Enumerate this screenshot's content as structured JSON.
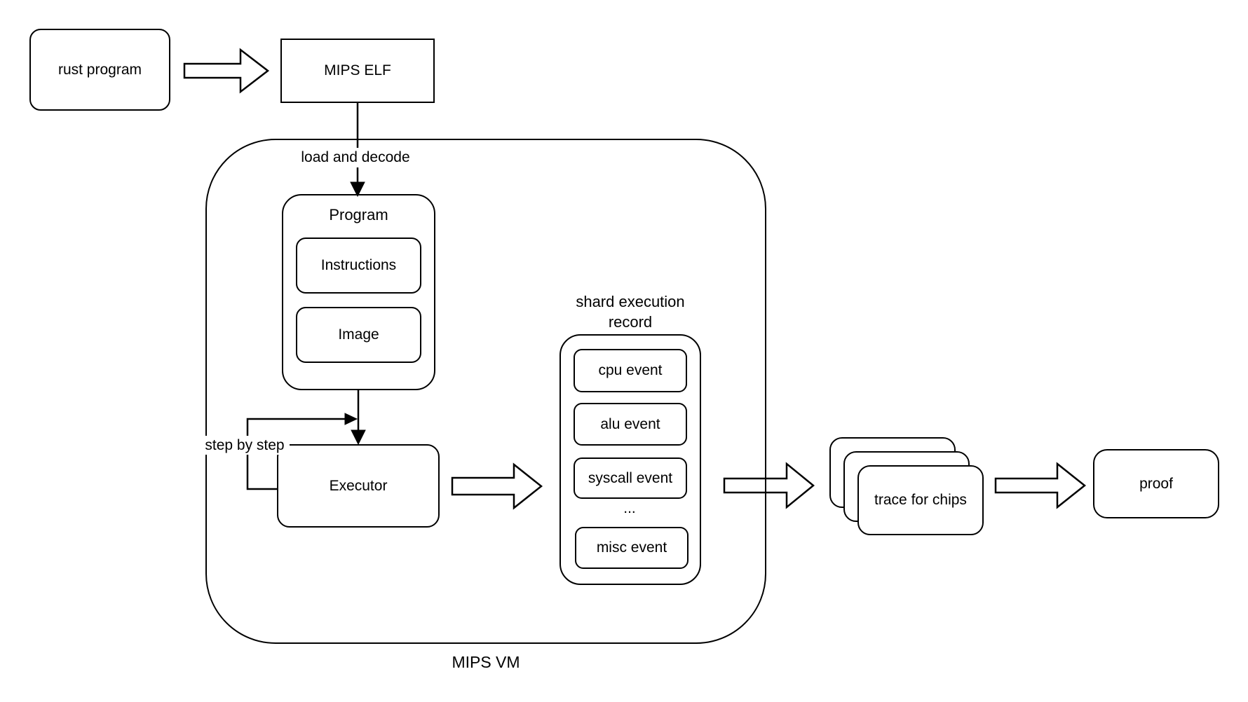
{
  "canvas": {
    "background_color": "#ffffff",
    "stroke_color": "#000000",
    "text_color": "#000000"
  },
  "nodes": {
    "rust_program": {
      "label": "rust program"
    },
    "mips_elf": {
      "label": "MIPS ELF"
    },
    "vm": {
      "label": "MIPS VM"
    },
    "program": {
      "title": "Program"
    },
    "instructions": {
      "label": "Instructions"
    },
    "image": {
      "label": "Image"
    },
    "executor": {
      "label": "Executor"
    },
    "shard_record": {
      "title_line1": "shard execution",
      "title_line2": "record",
      "ellipsis": "...",
      "events": [
        {
          "label": "cpu event"
        },
        {
          "label": "alu event"
        },
        {
          "label": "syscall event"
        },
        {
          "label": "misc event"
        }
      ]
    },
    "trace_stack": {
      "label": "trace for chips"
    },
    "proof": {
      "label": "proof"
    }
  },
  "edges": {
    "load_and_decode": {
      "label": "load and decode"
    },
    "step_by_step": {
      "label": "step by step"
    }
  }
}
